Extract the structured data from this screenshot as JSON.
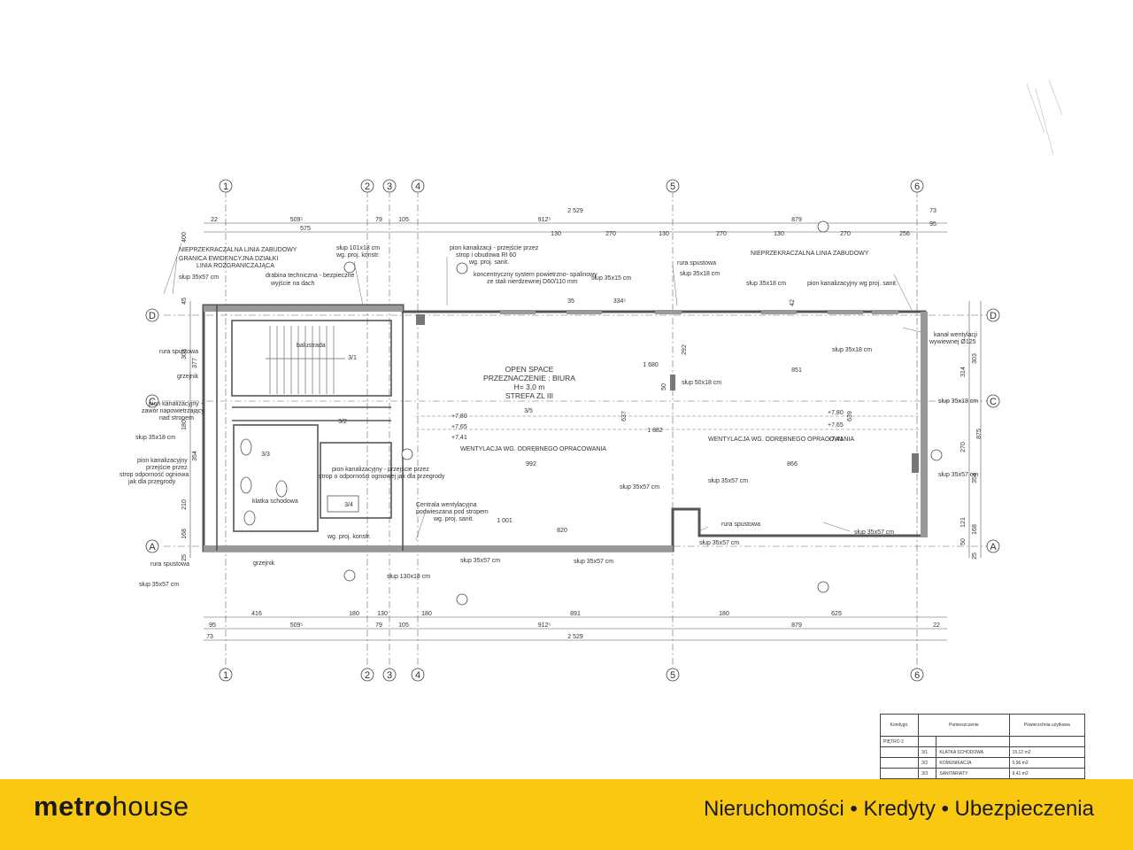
{
  "plan": {
    "top_dims_row1": [
      "22",
      "509⁵",
      "79",
      "105",
      "912⁵",
      "879",
      "73"
    ],
    "top_total": "2 529",
    "top_dims_row2": [
      "575",
      "130",
      "270",
      "130",
      "270",
      "130",
      "270",
      "256",
      "95"
    ],
    "bottom_dims_row1": [
      "416",
      "180",
      "130",
      "180",
      "891",
      "180",
      "625"
    ],
    "bottom_dims_row2": [
      "95",
      "509⁵",
      "79",
      "105",
      "912⁵",
      "879",
      "22"
    ],
    "bottom_total": "2 529",
    "bottom_dims_row3_left": "73",
    "grid_columns": [
      "1",
      "2",
      "3",
      "4",
      "5",
      "6"
    ],
    "grid_rows": [
      "D",
      "C",
      "A"
    ],
    "right_dims": [
      "314",
      "303",
      "270",
      "875",
      "354",
      "121",
      "168",
      "50",
      "25"
    ],
    "left_dims": [
      "400",
      "45",
      "303",
      "377",
      "180",
      "354",
      "210",
      "168",
      "25"
    ],
    "rooms": {
      "open_space_line1": "OPEN SPACE",
      "open_space_line2": "PRZEZNACZENIE : BIURA",
      "open_space_line3": "H= 3,0 m",
      "open_space_line4": "STREFA ZL III",
      "room_35": "3/5",
      "room_31": "3/1",
      "room_32": "3/2",
      "room_33": "3/3",
      "room_34": "3/4"
    },
    "levels": {
      "l1": "+7,80",
      "l2": "+7,65",
      "l3": "+7,41",
      "r1": "+7,80",
      "r2": "+7,65",
      "r3": "+7,41"
    },
    "inner_dims": {
      "d1680": "1 680",
      "d851": "851",
      "d1882": "1 882",
      "d992": "992",
      "d866": "866",
      "d1001": "1 001",
      "d820": "820",
      "d334": "334⁵",
      "d637": "637",
      "d639": "639",
      "d292": "292",
      "d35": "35",
      "d42": "42",
      "d50": "50"
    },
    "annotations": {
      "a1": "NIEPRZEKRACZALNA LINIA ZABUDOWY",
      "a2": "GRANICA EWIDENCYJNA DZIAŁKI",
      "a3": "LINIA ROZGRANICZAJĄCA",
      "a4": "słup 101x18 cm",
      "a5": "wg. proj. konstr.",
      "a6": "pion kanalizacji - przejście przez",
      "a7": "strop i obudowa RI 60",
      "a8": "wg. proj. sanit.",
      "a9": "koncentryczny system powietrzno- spalinowy",
      "a10": "ze stali nierdzewnej D60/110 mm",
      "a11": "słup 35x15 cm",
      "a12": "rura spustowa",
      "a13": "słup 35x18 cm",
      "a14": "NIEPRZEKRACZALNA LINIA ZABUDOWY",
      "a15": "słup 35x18 cm",
      "a16": "pion kanalizacyjny wg proj. sanit.",
      "a17": "słup 35x57 cm",
      "a18": "drabina techniczna - bezpieczne",
      "a19": "wyjście na dach",
      "a20": "balustrada",
      "a21": "rura spustowa",
      "a22": "grzejnik",
      "a23": "pion kanalizacyjny -",
      "a24": "zawór napowietrzający",
      "a25": "nad stropem",
      "a26": "słup 35x18 cm",
      "a27": "pion kanalizacyjny",
      "a28": "przejście przez",
      "a29": "strop odporność ogniowa",
      "a30": "jak dla przegrody",
      "a31": "pion kanalizacyjny - przejście przez",
      "a32": "strop o odporności ogniowej jak dla przegrody",
      "a33": "Centrala wentylacyjna",
      "a34": "podwieszana pod stropem",
      "a35": "wg. proj. sanit.",
      "a36": "słup 50x18 cm",
      "a37": "kanał wentylacji",
      "a38": "wywiewnej Ø125",
      "a39": "WENTYLACJA WG. ODRĘBNEGO OPRACOWANIA",
      "a40": "WENTYLACJA WG. ODRĘBNEGO OPRACOWANIA",
      "a41": "słup 35x57 cm",
      "a42": "słup 35x57 cm",
      "a43": "rura spustowa",
      "a44": "słup 35x57 cm",
      "a45": "słup 35x57 cm",
      "a46": "słup 130x18 cm",
      "a47": "słup 35x57 cm",
      "a48": "słup 35x57 cm",
      "a49": "grzejnik",
      "a50": "rura spustowa",
      "a51": "słup 35x57 cm",
      "a52": "klatka schodowa",
      "a53": "wg. proj. konstr."
    }
  },
  "table": {
    "header": [
      "Kondygn.",
      "Pomieszczenie",
      "Powierzchnia użytkowa"
    ],
    "floor": "PIĘTRO 2",
    "rows": [
      {
        "no": "3/1",
        "name": "KLATKA SCHODOWA",
        "area": "15,12 m2"
      },
      {
        "no": "3/2",
        "name": "KOMUNIKACJA",
        "area": "5,96 m2"
      },
      {
        "no": "3/3",
        "name": "SANITARIATY",
        "area": "9,41 m2"
      }
    ]
  },
  "banner": {
    "logo_bold": "metro",
    "logo_light": "house",
    "tagline": "Nieruchomości • Kredyty • Ubezpieczenia",
    "background": "#f9c811"
  },
  "colors": {
    "wall": "#555555",
    "line": "#444444",
    "paper": "#ffffff"
  }
}
